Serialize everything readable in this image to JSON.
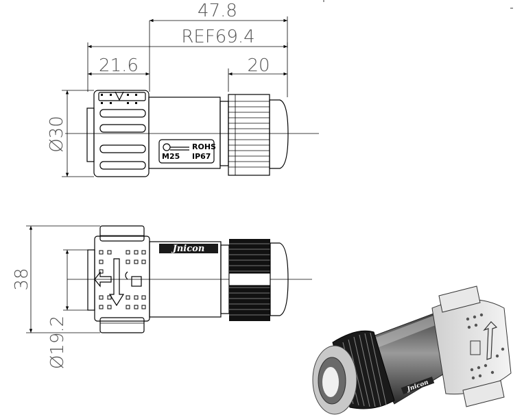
{
  "dimensions": {
    "overall_length": "47.8",
    "ref_length": "REF69.4",
    "front_length": "21.6",
    "gland_length": "20",
    "outer_diameter": "Ø30",
    "height": "38",
    "inner_diameter": "Ø19.2"
  },
  "markings": {
    "rohs": "ROHS",
    "thread": "M25",
    "protection": "IP67",
    "brand": "Jnicon"
  }
}
